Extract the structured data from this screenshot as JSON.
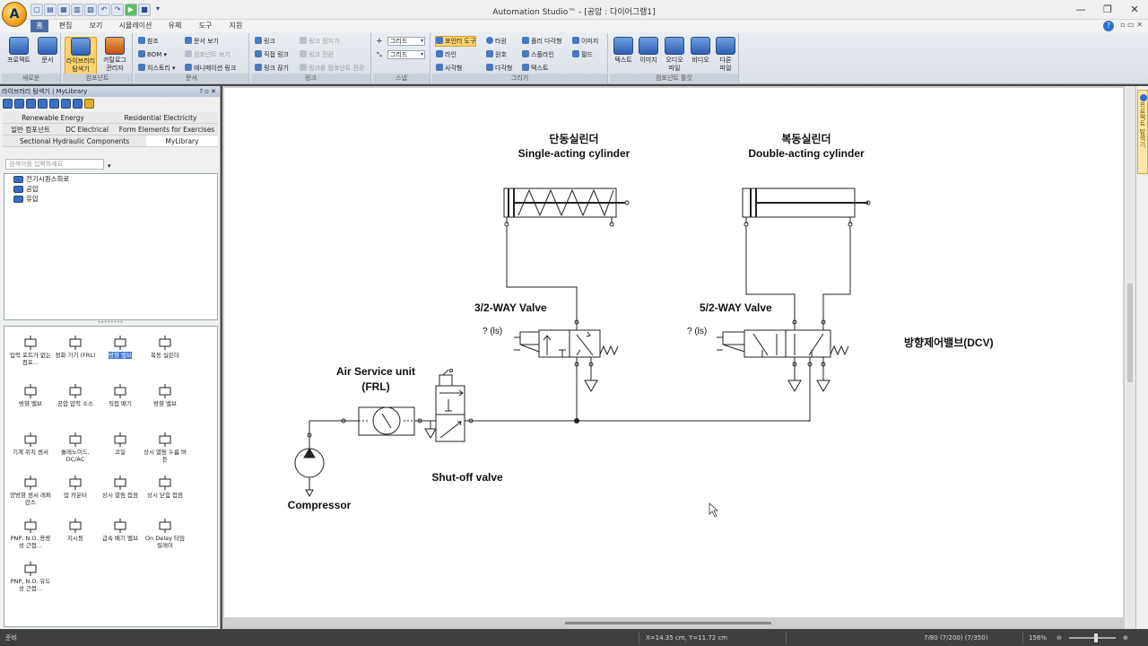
{
  "app": {
    "title": "Automation Studio™ - [공압 : 다이어그램1]",
    "logo": "app-logo-icon"
  },
  "window_buttons": {
    "minimize": "—",
    "maximize": "❐",
    "close": "✕"
  },
  "menu": {
    "tabs": [
      "홈",
      "편집",
      "보기",
      "시뮬레이션",
      "유체",
      "도구",
      "지원"
    ],
    "active": "홈"
  },
  "ribbon": {
    "groups": {
      "new": "새로운",
      "component": "컴포넌트",
      "document": "문서",
      "link": "링크",
      "snap": "스냅",
      "draw": "그리기",
      "component_tools": "컴포넌트 툴킷"
    },
    "new": {
      "project": "프로젝트",
      "document": "문서"
    },
    "component": {
      "library": "라이브러리\n탐색기",
      "catalog": "카탈로그\n관리자"
    },
    "document": {
      "reference": "참조",
      "bom": "BOM",
      "history": "히스토리",
      "doc_view": "문서 보기",
      "component_view": "컴포넌트 보기",
      "animation_link": "애니메이션 링크"
    },
    "link": {
      "link": "링크",
      "direct_link": "직접 링크",
      "link_break": "링크 끊기",
      "link_jump": "링크 점지기",
      "link_switch": "링크 전환",
      "link_to_comp": "링크를 컴포넌트 전환"
    },
    "snap": {
      "grid1": "그리드",
      "grid2": "그리드"
    },
    "draw": {
      "pointer": "포인터 도구",
      "ellipse": "타원",
      "polygon": "폴리 다각형",
      "image": "이미지",
      "line": "라인",
      "arc": "원호",
      "spline": "스플라인",
      "field": "필드",
      "rect": "사각형",
      "poly": "다각형",
      "text": "텍스트"
    },
    "tools": {
      "text": "텍스트",
      "image": "이미지",
      "audio": "오디오\n파일",
      "video": "비디오",
      "other": "다른\n파일"
    }
  },
  "library_panel": {
    "title": "라이브러리 탐색기 | MyLibrary",
    "title_buttons": "? ▫ ✕",
    "tabs": [
      "Renewable Energy",
      "Residential Electricity",
      "일반 컴포넌트",
      "DC Electrical",
      "Form Elements for Exercises",
      "Sectional Hydraulic Components",
      "MyLibrary"
    ],
    "active_tab": "MyLibrary",
    "search_placeholder": "검색어를 입력하세요",
    "tree": [
      "전기시퀀스회로",
      "공압",
      "유압"
    ],
    "splitter": "••••••••",
    "palette": [
      {
        "label": "입력 포트가 없는 컴포...",
        "icon": "port-symbol-icon"
      },
      {
        "label": "정화 기기 (FRL)",
        "icon": "frl-symbol-icon"
      },
      {
        "label": "방향 밸브",
        "icon": "valve-symbol-icon",
        "selected": true
      },
      {
        "label": "복동 실린더",
        "icon": "cylinder-symbol-icon"
      },
      {
        "label": "방향 밸브",
        "icon": "valve-small-icon"
      },
      {
        "label": "공압 압력 소스",
        "icon": "pressure-source-icon"
      },
      {
        "label": "직접 배기",
        "icon": "exhaust-icon"
      },
      {
        "label": "방향 밸브",
        "icon": "valve-small-icon"
      },
      {
        "label": "기계 위치 센서",
        "icon": "mechanical-sensor-icon"
      },
      {
        "label": "솔레노이드, DC/AC",
        "icon": "solenoid-icon"
      },
      {
        "label": "코일",
        "icon": "coil-icon"
      },
      {
        "label": "상시 열림 누름 버튼",
        "icon": "push-button-icon"
      },
      {
        "label": "양방향 센서 레퍼런스",
        "icon": "sensor-ref-icon"
      },
      {
        "label": "업 카운터",
        "icon": "up-counter-icon"
      },
      {
        "label": "상시 열림 접점",
        "icon": "no-contact-icon"
      },
      {
        "label": "상시 닫힘 접점",
        "icon": "nc-contact-icon"
      },
      {
        "label": "PNP, N.O. 용량성 근접...",
        "icon": "pnp-capacitive-icon"
      },
      {
        "label": "지시등",
        "icon": "indicator-icon"
      },
      {
        "label": "급속 배기 밸브",
        "icon": "quick-exhaust-icon"
      },
      {
        "label": "On Delay 타임 릴레이",
        "icon": "timer-relay-icon"
      },
      {
        "label": "PNP, N.O. 유도성 근접...",
        "icon": "pnp-inductive-icon"
      }
    ]
  },
  "diagram": {
    "single_cyl_ko": "단동실린더",
    "single_cyl_en": "Single-acting cylinder",
    "double_cyl_ko": "복동실린더",
    "double_cyl_en": "Double-acting cylinder",
    "valve32": "3/2-WAY Valve",
    "valve52": "5/2-WAY Valve",
    "ls1": "? (ls)",
    "ls2": "? (ls)",
    "dcv": "방향제어밸브(DCV)",
    "frl1": "Air Service unit",
    "frl2": "(FRL)",
    "shutoff": "Shut-off valve",
    "compressor": "Compressor"
  },
  "right_tab": {
    "label": "프로젝트 탐색기"
  },
  "status": {
    "left": "준비",
    "coords": "X=14.35 cm, Y=11.72 cm",
    "pages": "7/80 (7/200) (7/350)",
    "zoom": "156%"
  }
}
